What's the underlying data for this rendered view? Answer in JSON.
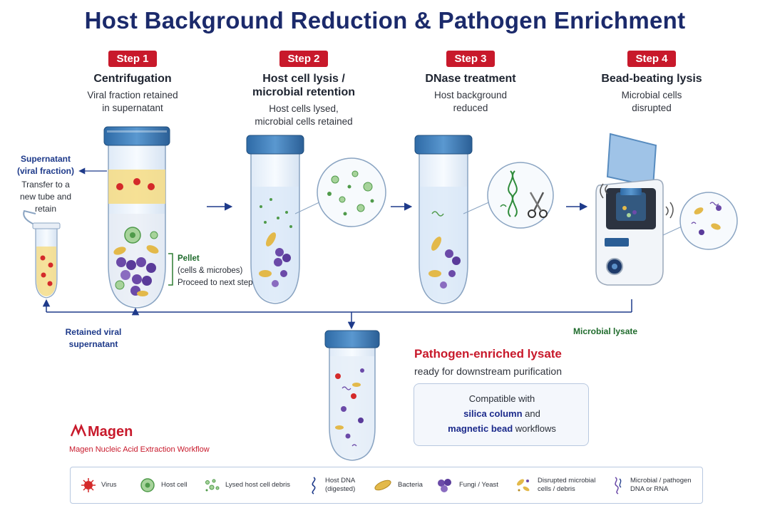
{
  "title": "Host Background Reduction & Pathogen Enrichment",
  "steps": [
    {
      "badge": "Step 1",
      "title": "Centrifugation",
      "desc1": "Viral fraction retained",
      "desc2": "in supernatant"
    },
    {
      "badge": "Step 2",
      "title1": "Host cell lysis /",
      "title2": "microbial retention",
      "desc1": "Host cells lysed,",
      "desc2": "microbial cells retained"
    },
    {
      "badge": "Step 3",
      "title": "DNase treatment",
      "desc1": "Host background",
      "desc2": "reduced"
    },
    {
      "badge": "Step 4",
      "title": "Bead-beating lysis",
      "desc1": "Microbial cells",
      "desc2": "disrupted"
    }
  ],
  "supernatant": {
    "label1": "Supernatant",
    "label2": "(viral fraction)",
    "note1": "Transfer to a",
    "note2": "new tube and",
    "note3": "retain"
  },
  "pellet": {
    "label": "Pellet",
    "note1": "(cells & microbes)",
    "note2": "Proceed to next step"
  },
  "retained": {
    "line1": "Retained viral",
    "line2": "supernatant"
  },
  "microbial_lysate": "Microbial lysate",
  "lysate": {
    "title": "Pathogen-enriched lysate",
    "subtitle": "ready for downstream purification"
  },
  "compat": {
    "line1": "Compatible with",
    "silica": "silica column",
    "and": " and",
    "magnetic": "magnetic bead",
    "workflows": " workflows"
  },
  "brand": {
    "name": "Magen",
    "tagline": "Magen Nucleic Acid Extraction Workflow"
  },
  "legend": [
    {
      "icon": "virus-icon",
      "line1": "Virus",
      "line2": ""
    },
    {
      "icon": "host-cell-icon",
      "line1": "Host cell",
      "line2": ""
    },
    {
      "icon": "lysed-debris-icon",
      "line1": "Lysed host cell debris",
      "line2": ""
    },
    {
      "icon": "host-dna-icon",
      "line1": "Host DNA",
      "line2": "(digested)"
    },
    {
      "icon": "bacteria-icon",
      "line1": "Bacteria",
      "line2": ""
    },
    {
      "icon": "fungi-icon",
      "line1": "Fungi / Yeast",
      "line2": ""
    },
    {
      "icon": "disrupted-cells-icon",
      "line1": "Disrupted microbial",
      "line2": "cells / debris"
    },
    {
      "icon": "pathogen-dna-icon",
      "line1": "Microbial / pathogen",
      "line2": "DNA or RNA"
    }
  ],
  "colors": {
    "title": "#1b2a6b",
    "badge": "#c8192b",
    "flow": "#1e3a8a",
    "green": "#1f6b2c",
    "cap": "#3b78b5",
    "red_accent": "#c8192b"
  }
}
